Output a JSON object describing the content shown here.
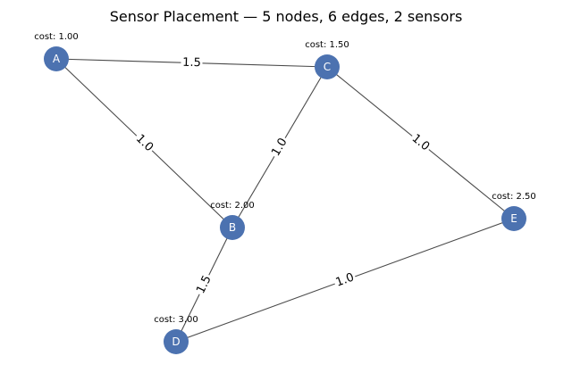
{
  "title": "Sensor Placement — 5 nodes, 6 edges, 2 sensors",
  "nodes": [
    {
      "id": "A",
      "label": "A",
      "cost_label": "cost: 1.00"
    },
    {
      "id": "B",
      "label": "B",
      "cost_label": "cost: 2.00"
    },
    {
      "id": "C",
      "label": "C",
      "cost_label": "cost: 1.50"
    },
    {
      "id": "D",
      "label": "D",
      "cost_label": "cost: 3.00"
    },
    {
      "id": "E",
      "label": "E",
      "cost_label": "cost: 2.50"
    }
  ],
  "edges": [
    {
      "source": "A",
      "target": "C",
      "weight": "1.5"
    },
    {
      "source": "A",
      "target": "B",
      "weight": "1.0"
    },
    {
      "source": "B",
      "target": "C",
      "weight": "1.0"
    },
    {
      "source": "C",
      "target": "E",
      "weight": "1.0"
    },
    {
      "source": "B",
      "target": "D",
      "weight": "1.5"
    },
    {
      "source": "D",
      "target": "E",
      "weight": "1.0"
    }
  ],
  "colors": {
    "node": "#4c72b0",
    "edge": "#4a4a4a"
  }
}
